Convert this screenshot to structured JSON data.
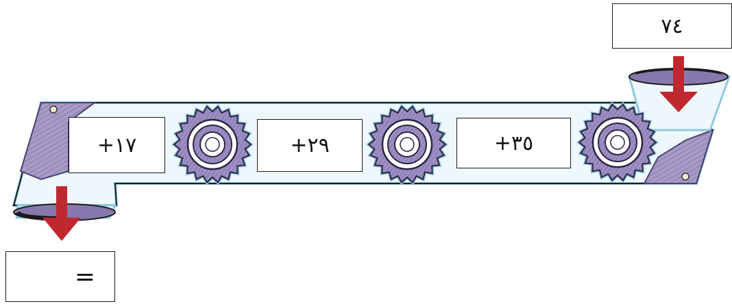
{
  "input_value": "٧٤",
  "operations": [
    "+١٧",
    "+٢٩",
    "+٣٥"
  ],
  "result": {
    "label": "=",
    "value": ""
  },
  "colors": {
    "belt_fill": "#eef7fb",
    "belt_outline": "#8ec9dd",
    "panel": "#a79bc6",
    "panel_dark": "#5a4e80",
    "gear": "#9b8cc0",
    "arrow": "#c0282f"
  },
  "icons": [
    "gear-icon",
    "down-arrow-icon",
    "screw-icon",
    "funnel-icon"
  ]
}
